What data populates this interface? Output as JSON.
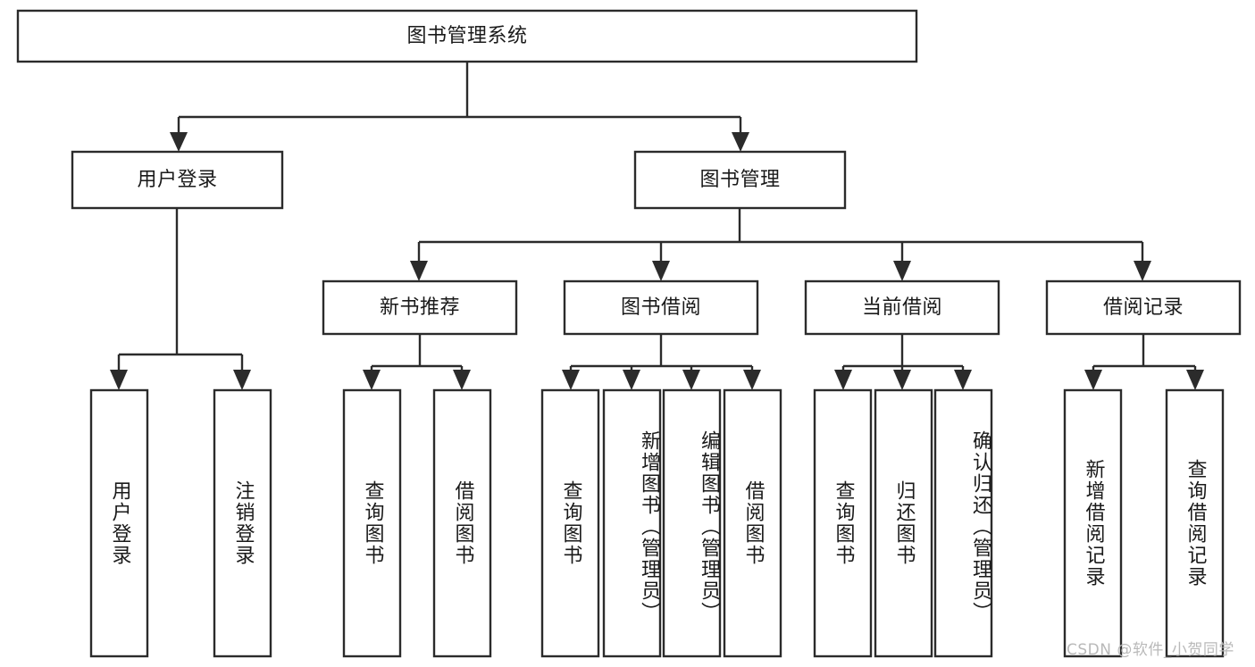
{
  "diagram": {
    "title": "图书管理系统",
    "type": "hierarchy-tree",
    "orientation": "top-down",
    "colors": {
      "stroke": "#2b2b2b",
      "box_fill": "#ffffff",
      "text": "#1a1a1a",
      "background": "#ffffff",
      "watermark": "#b9b9b9"
    },
    "levels": [
      {
        "level": 1,
        "nodes": [
          {
            "id": "root",
            "label": "图书管理系统",
            "orientation": "horizontal"
          }
        ]
      },
      {
        "level": 2,
        "nodes": [
          {
            "id": "user-login",
            "label": "用户登录",
            "orientation": "horizontal",
            "parent": "root"
          },
          {
            "id": "book-manage",
            "label": "图书管理",
            "orientation": "horizontal",
            "parent": "root"
          }
        ]
      },
      {
        "level": 3,
        "nodes": [
          {
            "id": "new-book-recommend",
            "label": "新书推荐",
            "orientation": "horizontal",
            "parent": "book-manage"
          },
          {
            "id": "book-borrow",
            "label": "图书借阅",
            "orientation": "horizontal",
            "parent": "book-manage"
          },
          {
            "id": "current-borrow",
            "label": "当前借阅",
            "orientation": "horizontal",
            "parent": "book-manage"
          },
          {
            "id": "borrow-record",
            "label": "借阅记录",
            "orientation": "horizontal",
            "parent": "book-manage"
          }
        ]
      },
      {
        "level": 4,
        "nodes": [
          {
            "id": "leaf-user-login",
            "label": "用户登录",
            "orientation": "vertical",
            "parent": "user-login"
          },
          {
            "id": "leaf-logout-login",
            "label": "注销登录",
            "orientation": "vertical",
            "parent": "user-login"
          },
          {
            "id": "leaf-query-book-1",
            "label": "查询图书",
            "orientation": "vertical",
            "parent": "new-book-recommend"
          },
          {
            "id": "leaf-borrow-book-1",
            "label": "借阅图书",
            "orientation": "vertical",
            "parent": "new-book-recommend"
          },
          {
            "id": "leaf-query-book-2",
            "label": "查询图书",
            "orientation": "vertical",
            "parent": "book-borrow"
          },
          {
            "id": "leaf-add-book",
            "label": "新增图书（管理员）",
            "orientation": "vertical",
            "parent": "book-borrow"
          },
          {
            "id": "leaf-edit-book",
            "label": "编辑图书（管理员）",
            "orientation": "vertical",
            "parent": "book-borrow"
          },
          {
            "id": "leaf-borrow-book-2",
            "label": "借阅图书",
            "orientation": "vertical",
            "parent": "book-borrow"
          },
          {
            "id": "leaf-query-book-3",
            "label": "查询图书",
            "orientation": "vertical",
            "parent": "current-borrow"
          },
          {
            "id": "leaf-return-book",
            "label": "归还图书",
            "orientation": "vertical",
            "parent": "current-borrow"
          },
          {
            "id": "leaf-confirm-return",
            "label": "确认归还（管理员）",
            "orientation": "vertical",
            "parent": "current-borrow"
          },
          {
            "id": "leaf-add-record",
            "label": "新增借阅记录",
            "orientation": "vertical",
            "parent": "borrow-record"
          },
          {
            "id": "leaf-query-record",
            "label": "查询借阅记录",
            "orientation": "vertical",
            "parent": "borrow-record"
          }
        ]
      }
    ]
  },
  "watermark": {
    "text": "CSDN @软件_小贺同学"
  }
}
